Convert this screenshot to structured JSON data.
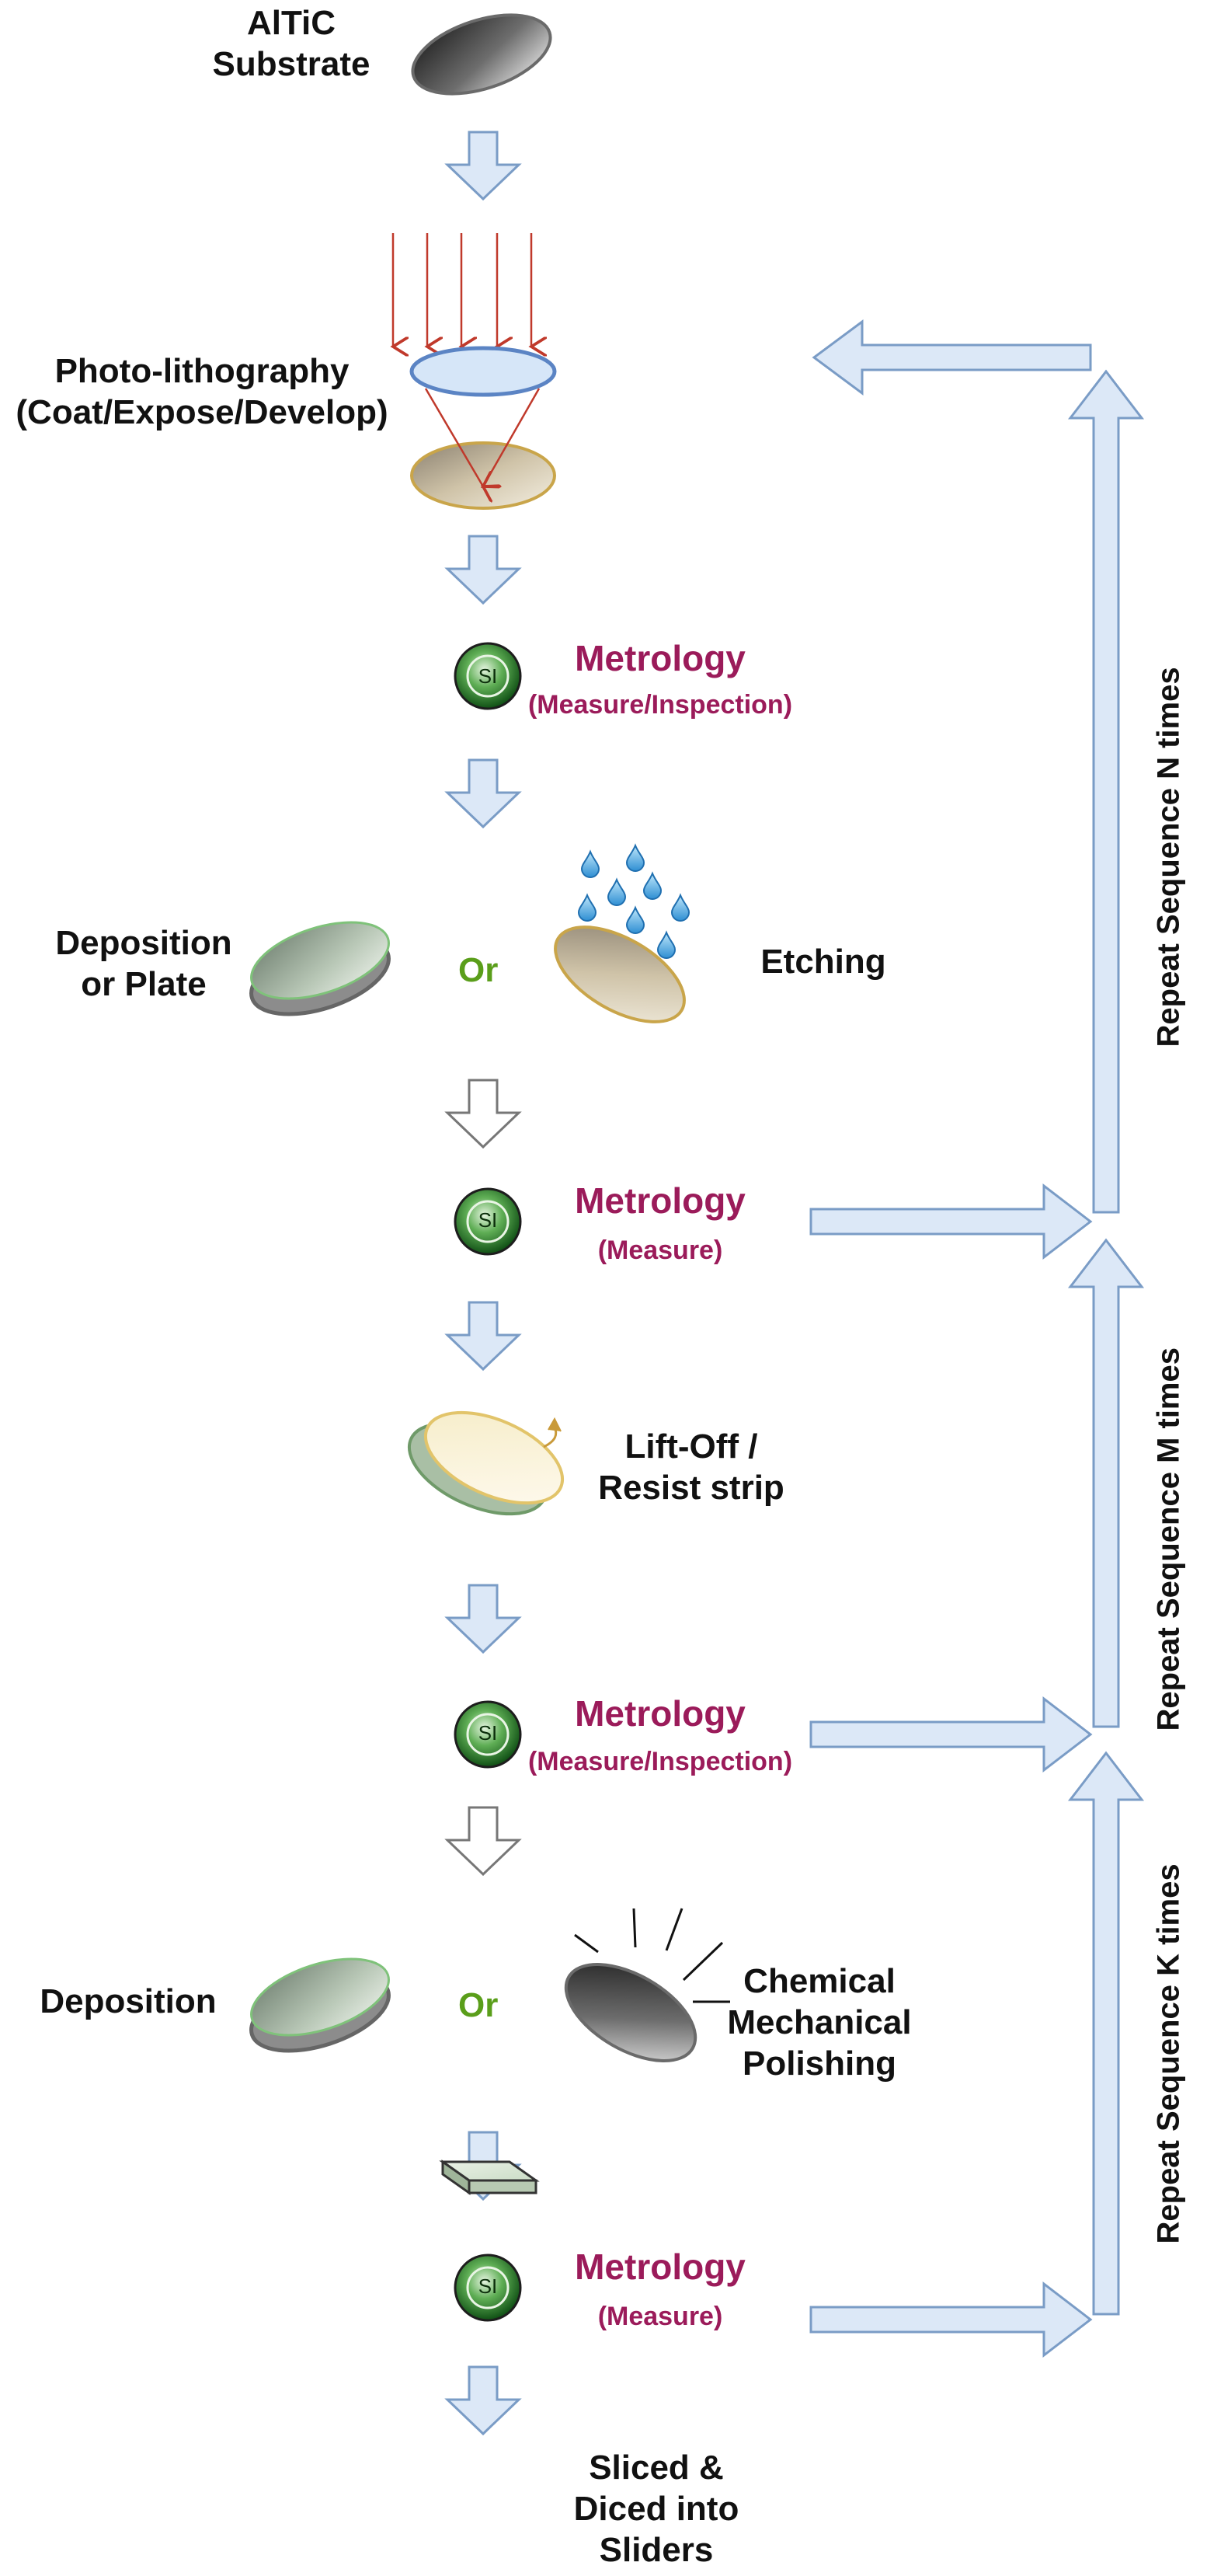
{
  "steps": {
    "substrate": "AlTiC\nSubstrate",
    "photolithography": "Photo-lithography\n(Coat/Expose/Develop)",
    "deposition_or_plate": "Deposition\nor Plate",
    "or_1": "Or",
    "etching": "Etching",
    "liftoff": "Lift-Off  /\nResist strip",
    "deposition": "Deposition",
    "or_2": "Or",
    "cmp": "Chemical\nMechanical\nPolishing",
    "sliced": "Sliced &\nDiced into\nSliders"
  },
  "metrology": [
    {
      "title": "Metrology",
      "sub": "(Measure/Inspection)",
      "icon_text": "SI"
    },
    {
      "title": "Metrology",
      "sub": "(Measure)",
      "icon_text": "SI"
    },
    {
      "title": "Metrology",
      "sub": "(Measure/Inspection)",
      "icon_text": "SI"
    },
    {
      "title": "Metrology",
      "sub": "(Measure)",
      "icon_text": "SI"
    }
  ],
  "loops": {
    "n": "Repeat Sequence N times",
    "m": "Repeat Sequence M times",
    "k": "Repeat Sequence K times"
  },
  "colors": {
    "metrology_text": "#9b1b5a",
    "or_text": "#5a9e1a",
    "arrow_fill": "#dce8f7",
    "arrow_stroke": "#7a9cc6",
    "beam": "#c0392b",
    "lens_fill": "#d6e6f8",
    "lens_stroke": "#5b84c4",
    "green_icon": "#2e8b2e"
  }
}
